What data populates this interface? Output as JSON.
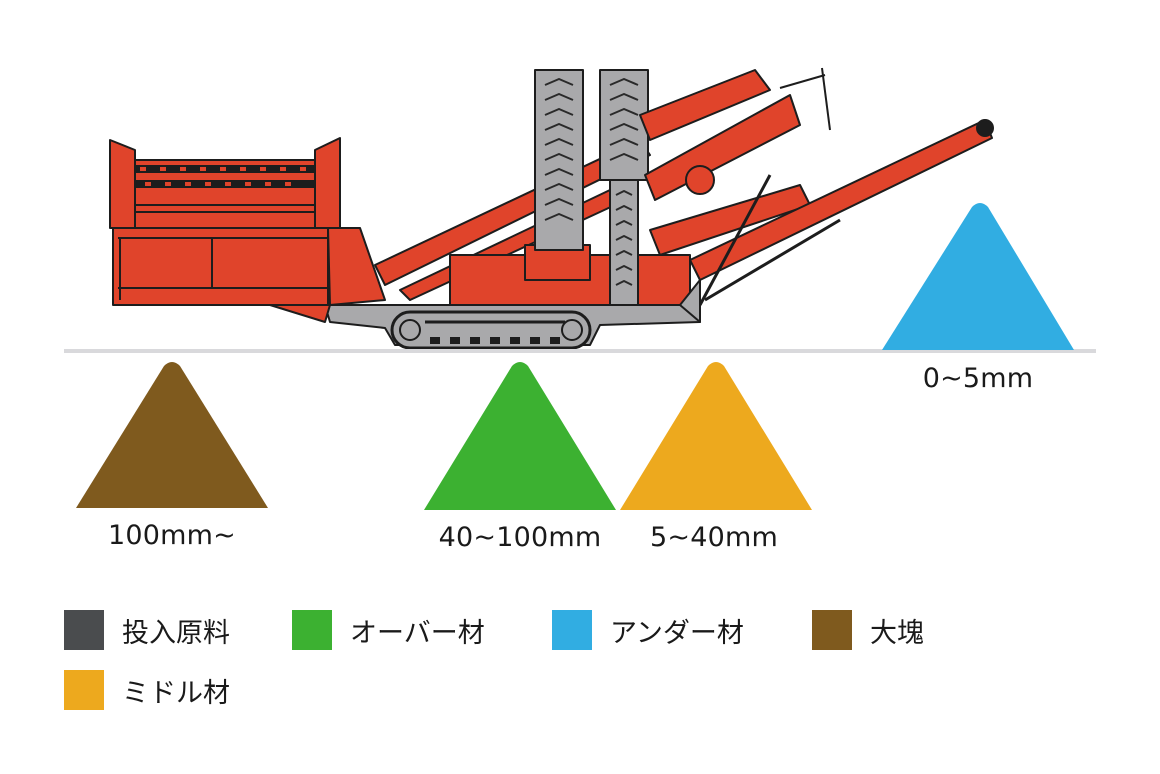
{
  "diagram": {
    "subject": "tracked trommel/screen separating machine",
    "ground_line_color": "#d9d9dc"
  },
  "piles": [
    {
      "id": "oversize_lumps",
      "label": "100mm~",
      "color": "#7f5a1e",
      "material": "大塊"
    },
    {
      "id": "over",
      "label": "40~100mm",
      "color": "#3cb131",
      "material": "オーバー材"
    },
    {
      "id": "middle",
      "label": "5~40mm",
      "color": "#eda91e",
      "material": "ミドル材"
    },
    {
      "id": "under",
      "label": "0~5mm",
      "color": "#31ade2",
      "material": "アンダー材"
    }
  ],
  "legend": {
    "items": [
      {
        "label": "投入原料",
        "color": "#4a4c4e"
      },
      {
        "label": "オーバー材",
        "color": "#3cb131"
      },
      {
        "label": "アンダー材",
        "color": "#31ade2"
      },
      {
        "label": "大塊",
        "color": "#7f5a1e"
      },
      {
        "label": "ミドル材",
        "color": "#eda91e"
      }
    ]
  },
  "colors": {
    "machine_body": "#e0442b",
    "machine_frame_gray": "#a9a9ab",
    "outline": "#1d1d1d"
  }
}
